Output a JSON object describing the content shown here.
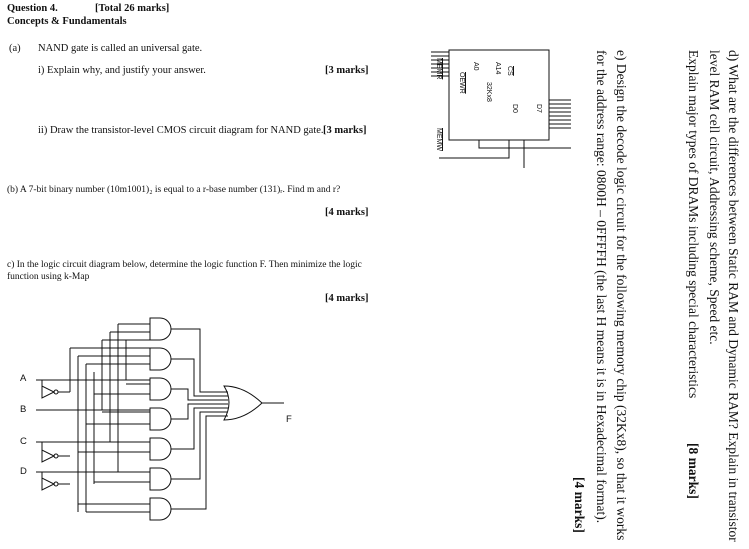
{
  "header": {
    "question": "Question 4.",
    "total": "[Total 26 marks]",
    "subtitle": "Concepts & Fundamentals"
  },
  "part_a": {
    "label": "(a)",
    "intro": "NAND gate is called an universal gate.",
    "q1": "i) Explain why, and justify your answer.",
    "q1_marks": "[3 marks]",
    "q2": "ii) Draw the transistor-level CMOS circuit diagram for NAND gate.",
    "q2_marks": "[3 marks]"
  },
  "part_b": {
    "text": "(b) A 7-bit binary number (10m1001)₂ is equal to a r-base number (131)ᵣ. Find m and r?",
    "marks": "[4 marks]"
  },
  "part_c": {
    "line1": "c) In the logic circuit diagram below, determine the logic function F. Then minimize the logic",
    "line2": "function using k-Map",
    "marks": "[4 marks]",
    "inputs": [
      "A",
      "B",
      "C",
      "D"
    ],
    "output": "F"
  },
  "part_d": {
    "line1": "d) What are the differences between Static RAM and Dynamic RAM? Explain in transistor",
    "line2": "level RAM cell circuit, Addressing scheme, Speed etc.",
    "line3": "Explain major types of DRAMs including special characteristics",
    "marks": "[8 marks]"
  },
  "part_e": {
    "line1": "e) Design the decode logic circuit for the following memory chip (32Kx8), so that it works",
    "line2": "for the address range: 0800H – 0FFFFH (the last H means it is in Hexadecimal format).",
    "marks": "[4 marks]"
  },
  "chip": {
    "name": "32Kx8",
    "a0": "A0",
    "a14": "A14",
    "d7": "D7",
    "d0": "D0",
    "cs": "CS",
    "oe": "OE",
    "wr": "WR",
    "memr": "MEMR",
    "memw": "MEMW"
  }
}
